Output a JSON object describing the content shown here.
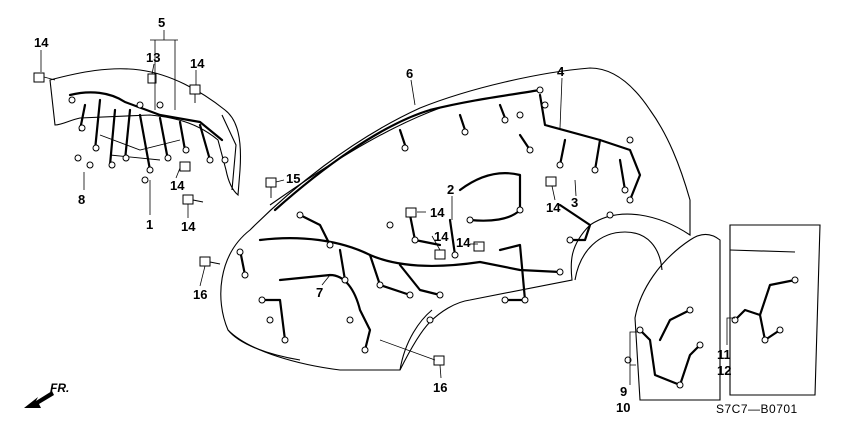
{
  "diagram_code": "S7C7—B0701",
  "direction_label": "FR.",
  "callouts": {
    "c1": "1",
    "c2": "2",
    "c3": "3",
    "c4": "4",
    "c5": "5",
    "c6": "6",
    "c7": "7",
    "c8": "8",
    "c9": "9",
    "c10": "10",
    "c11": "11",
    "c12": "12",
    "c13": "13",
    "c14": "14",
    "c15": "15",
    "c16": "16"
  },
  "icons": {
    "arrow": "front-direction-arrow-icon",
    "bolt": "bolt-icon",
    "connector": "connector-icon"
  }
}
